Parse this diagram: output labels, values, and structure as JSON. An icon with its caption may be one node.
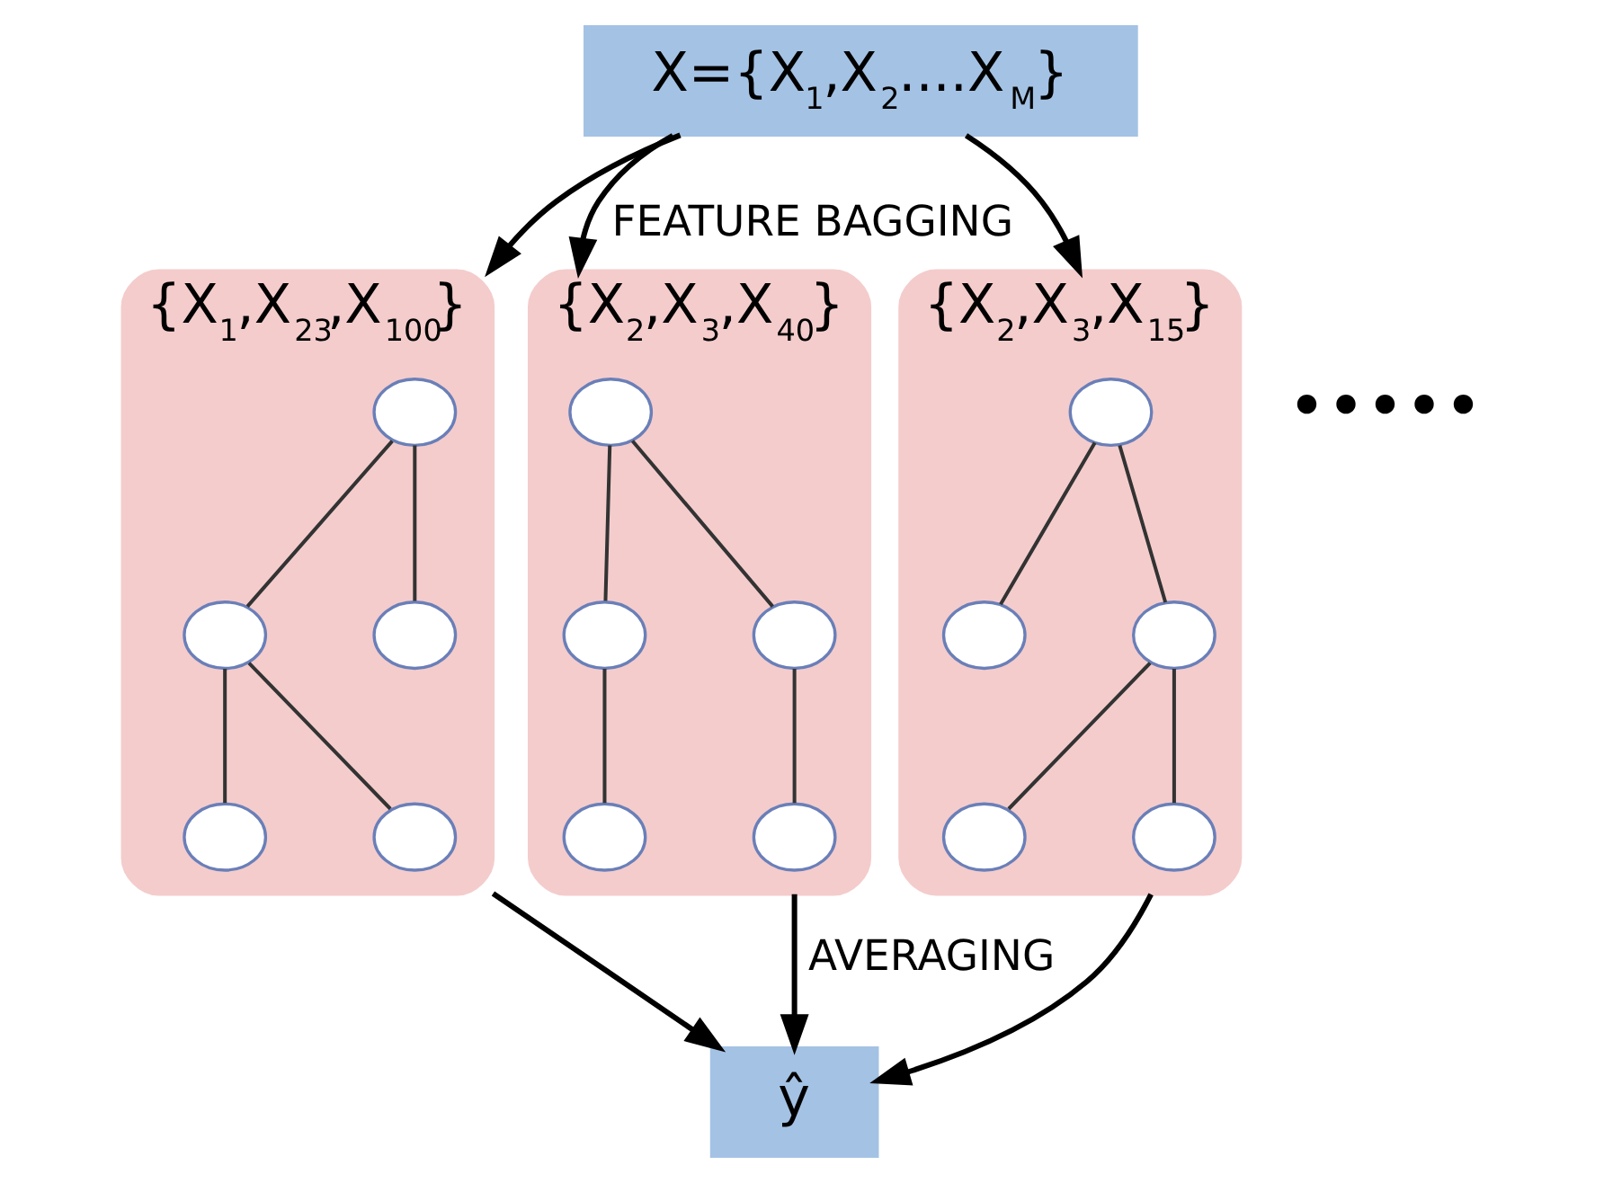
{
  "diagram": {
    "nodes": [
      {
        "text": [
          "X={X$_{1}$,X$_{2}$....X$_{M}$}"
        ]
      },
      {
        "text": [
          "{X$_{1}$,X$_{23}$,X$_{100}$}"
        ]
      },
      {
        "text": [],
        "shape": "circle",
        "in": 1
      },
      {
        "text": [],
        "shape": "circle",
        "in": 1
      },
      {
        "text": [],
        "shape": "circle",
        "in": 1
      },
      {
        "text": [],
        "shape": "circle",
        "in": 1
      },
      {
        "text": [],
        "shape": "circle",
        "in": 1
      },
      {
        "text": [
          "{X$_{2}$,X$_{3}$,X$_{40}$}"
        ]
      },
      {
        "text": [],
        "shape": "circle",
        "in": 7
      },
      {
        "text": [],
        "shape": "circle",
        "in": 7
      },
      {
        "text": [],
        "shape": "circle",
        "in": 7
      },
      {
        "text": [],
        "shape": "circle",
        "in": 7
      },
      {
        "text": [],
        "shape": "circle",
        "in": 7
      },
      {
        "text": [
          "{X$_{2}$,X$_{3}$,X$_{15}$}"
        ]
      },
      {
        "text": [],
        "shape": "circle",
        "in": 13
      },
      {
        "text": [],
        "shape": "circle",
        "in": 13
      },
      {
        "text": [],
        "shape": "circle",
        "in": 13
      },
      {
        "text": [],
        "shape": "circle",
        "in": 13
      },
      {
        "text": [],
        "shape": "circle",
        "in": 13
      },
      {
        "text": [
          "ŷ"
        ]
      }
    ],
    "edges": [
      {
        "from": 0,
        "to": 1,
        "arrow": "to"
      },
      {
        "from": 0,
        "to": 7,
        "arrow": "to",
        "label": "FEATURE BAGGING"
      },
      {
        "from": 0,
        "to": 13,
        "arrow": "to"
      },
      {
        "from": 2,
        "to": 3,
        "arrow": "none"
      },
      {
        "from": 2,
        "to": 4,
        "arrow": "none"
      },
      {
        "from": 3,
        "to": 5,
        "arrow": "none"
      },
      {
        "from": 3,
        "to": 6,
        "arrow": "none"
      },
      {
        "from": 8,
        "to": 9,
        "arrow": "none"
      },
      {
        "from": 8,
        "to": 10,
        "arrow": "none"
      },
      {
        "from": 9,
        "to": 11,
        "arrow": "none"
      },
      {
        "from": 10,
        "to": 12,
        "arrow": "none"
      },
      {
        "from": 14,
        "to": 15,
        "arrow": "none"
      },
      {
        "from": 14,
        "to": 16,
        "arrow": "none"
      },
      {
        "from": 16,
        "to": 17,
        "arrow": "none"
      },
      {
        "from": 16,
        "to": 18,
        "arrow": "none"
      },
      {
        "from": 1,
        "to": 19,
        "arrow": "to"
      },
      {
        "from": 7,
        "to": 19,
        "arrow": "to",
        "label": "AVERAGING"
      },
      {
        "from": 13,
        "to": 19,
        "arrow": "to"
      }
    ],
    "labels": [
      "•••••"
    ]
  }
}
